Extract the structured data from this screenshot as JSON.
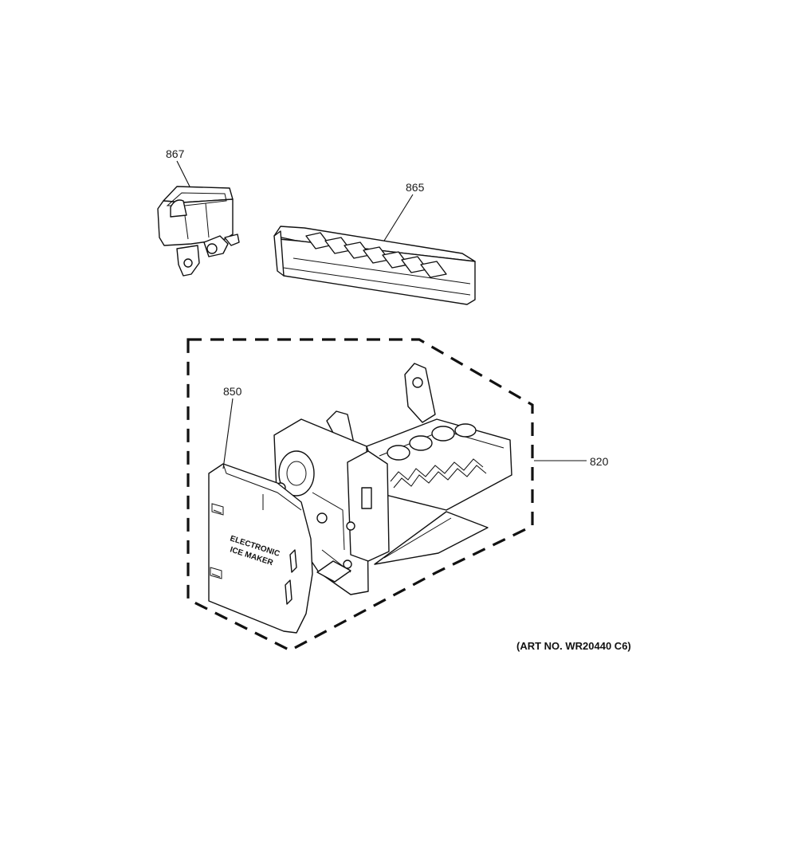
{
  "callouts": {
    "p867": "867",
    "p865": "865",
    "p850": "850",
    "p820": "820"
  },
  "panel_label": {
    "line1": "ELECTRONIC",
    "line2": "ICE MAKER"
  },
  "art_number": "(ART NO. WR20440 C6)"
}
